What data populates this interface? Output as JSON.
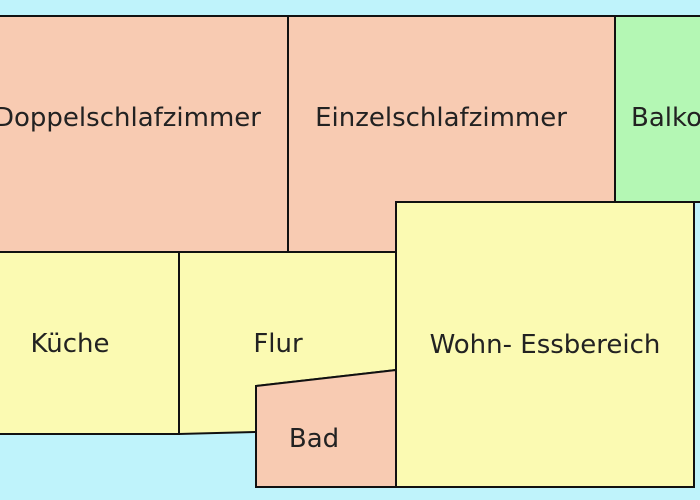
{
  "colors": {
    "background": "#bff3fb",
    "bedroom_salmon": "#f8cbb2",
    "balcony_green": "#b4f7b4",
    "yellow_room": "#fbfab2",
    "wall": "#111111"
  },
  "rooms": {
    "doppelschlafzimmer": "Doppelschlafzimmer",
    "einzelschlafzimmer": "Einzelschlafzimmer",
    "balkon": "Balkon",
    "kueche": "Küche",
    "flur": "Flur",
    "wohn_essbereich": "Wohn- Essbereich",
    "bad": "Bad"
  }
}
